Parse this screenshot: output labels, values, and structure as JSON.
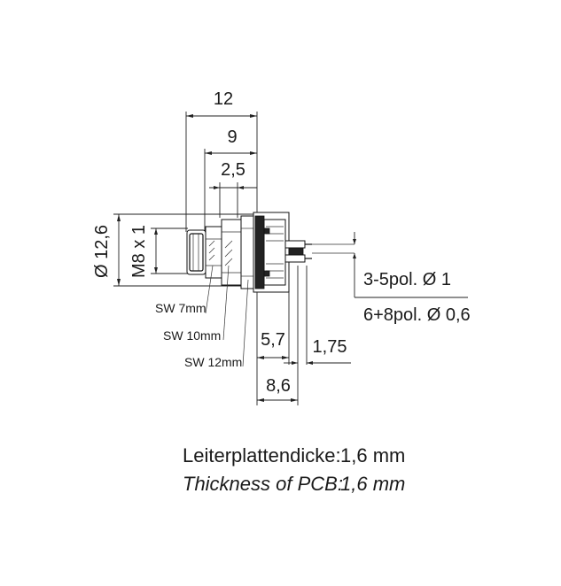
{
  "dimensions": {
    "overall_length": "12",
    "length_9": "9",
    "length_2_5": "2,5",
    "diameter": "Ø 12,6",
    "thread": "M8 x 1",
    "sw7": "SW 7mm",
    "sw10": "SW 10mm",
    "sw12": "SW 12mm",
    "d57": "5,7",
    "d175": "1,75",
    "d86": "8,6",
    "pins_3_5": "3-5pol. Ø 1",
    "pins_6_8": "6+8pol. Ø 0,6"
  },
  "notes": {
    "de_label": "Leiterplattendicke:",
    "de_value": "1,6 mm",
    "en_label": "Thickness of PCB:",
    "en_value": "1,6 mm"
  }
}
